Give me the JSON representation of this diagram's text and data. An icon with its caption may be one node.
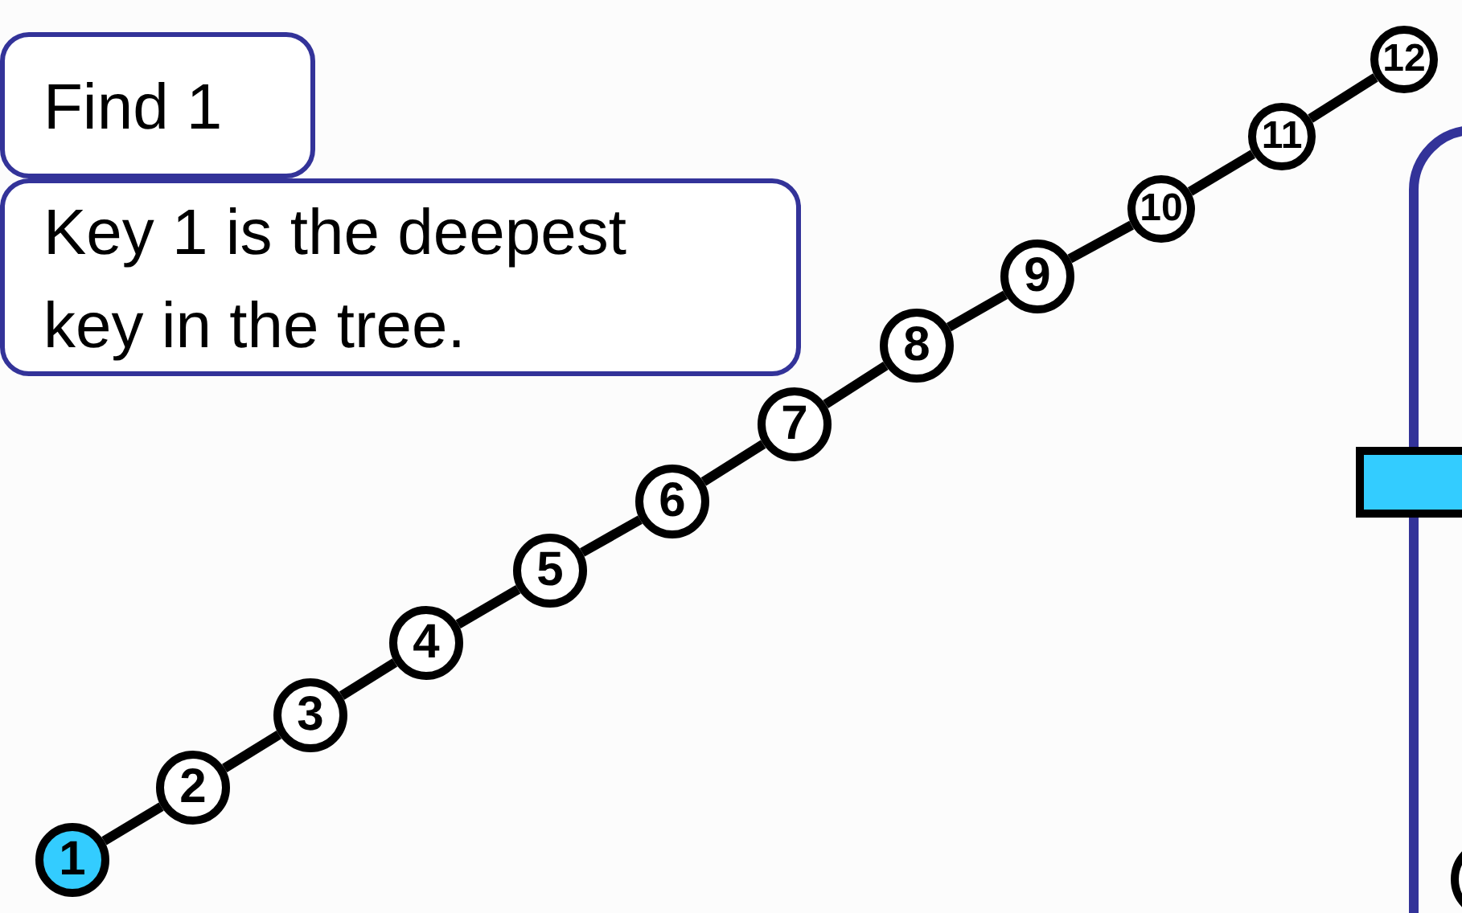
{
  "diagram": {
    "nodes": [
      {
        "text": [
          "Find 1"
        ]
      },
      {
        "text": [
          "Key 1 is the deepest key in the tree."
        ]
      },
      {
        "text": [
          "1"
        ]
      },
      {
        "text": [
          "2"
        ]
      },
      {
        "text": [
          "3"
        ]
      },
      {
        "text": [
          "4"
        ]
      },
      {
        "text": [
          "5"
        ]
      },
      {
        "text": [
          "6"
        ]
      },
      {
        "text": [
          "7"
        ]
      },
      {
        "text": [
          "8"
        ]
      },
      {
        "text": [
          "9"
        ]
      },
      {
        "text": [
          "10"
        ]
      },
      {
        "text": [
          "11"
        ]
      },
      {
        "text": [
          "12"
        ]
      },
      {
        "text": [],
        "shape": "box"
      },
      {
        "text": [],
        "shape": "bar"
      },
      {
        "text": [],
        "shape": "circle",
        "in": 14
      }
    ],
    "edges": [
      {
        "from": 2,
        "to": 3,
        "arrow": "none"
      },
      {
        "from": 3,
        "to": 4,
        "arrow": "none"
      },
      {
        "from": 4,
        "to": 5,
        "arrow": "none"
      },
      {
        "from": 5,
        "to": 6,
        "arrow": "none"
      },
      {
        "from": 6,
        "to": 7,
        "arrow": "none"
      },
      {
        "from": 7,
        "to": 8,
        "arrow": "none"
      },
      {
        "from": 8,
        "to": 9,
        "arrow": "none"
      },
      {
        "from": 9,
        "to": 10,
        "arrow": "none"
      },
      {
        "from": 10,
        "to": 11,
        "arrow": "none"
      },
      {
        "from": 11,
        "to": 12,
        "arrow": "none"
      },
      {
        "from": 12,
        "to": 13,
        "arrow": "none"
      }
    ]
  }
}
